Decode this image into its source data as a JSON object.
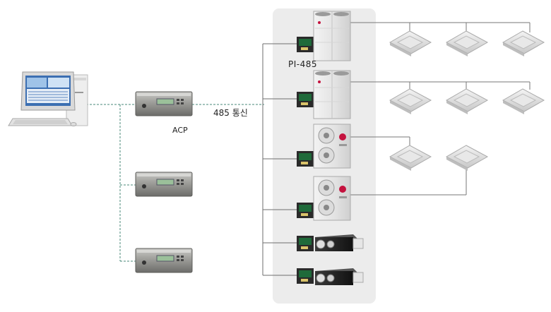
{
  "labels": {
    "pi485": "PI-485",
    "comm": "485 통신",
    "acp": "ACP"
  },
  "devices": {
    "pc": "pc-workstation",
    "acp_units": 3,
    "outdoor_vrf_units": 2,
    "outdoor_split_units": 2,
    "ventilation_units": 2,
    "cassette_units": 8
  },
  "colors": {
    "panel_bg": "#ececec",
    "line": "#6e6e6e",
    "dashed_line": "#4a8a7a",
    "logo": "#c4123e"
  }
}
